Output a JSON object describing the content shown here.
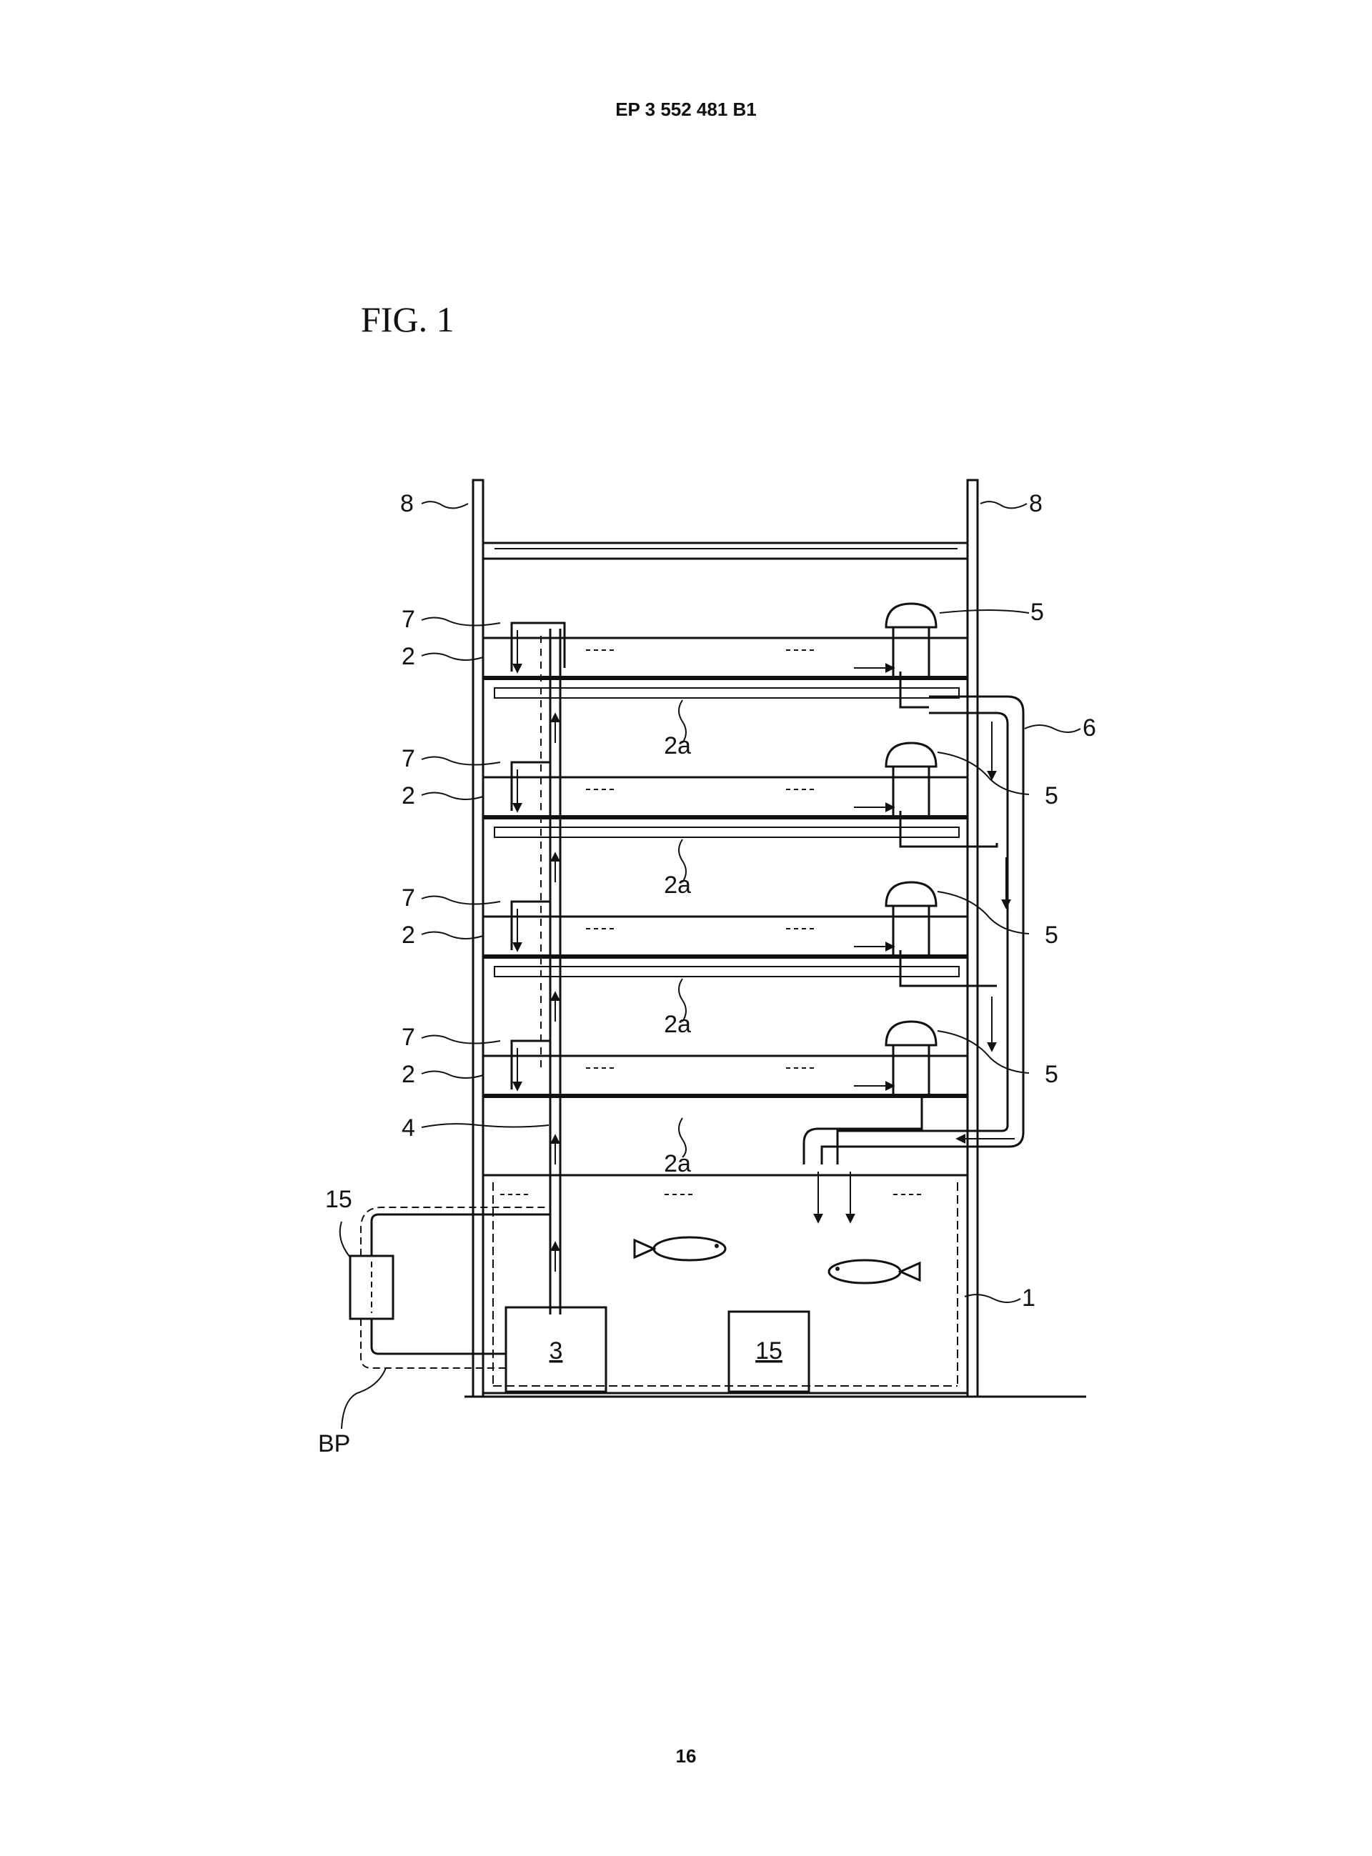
{
  "header": {
    "patent_number": "EP 3 552 481 B1"
  },
  "figure": {
    "title": "FIG. 1"
  },
  "labels": {
    "post_left": "8",
    "post_right": "8",
    "siphon": "7",
    "tank": "2",
    "tank_floor": "2a",
    "drain_unit": "5",
    "return_pipe": "6",
    "supply_pipe": "4",
    "fish_tank": "1",
    "pump": "3",
    "unit_15": "15",
    "external_15": "15",
    "bypass": "BP"
  },
  "footer": {
    "page_number": "16"
  }
}
